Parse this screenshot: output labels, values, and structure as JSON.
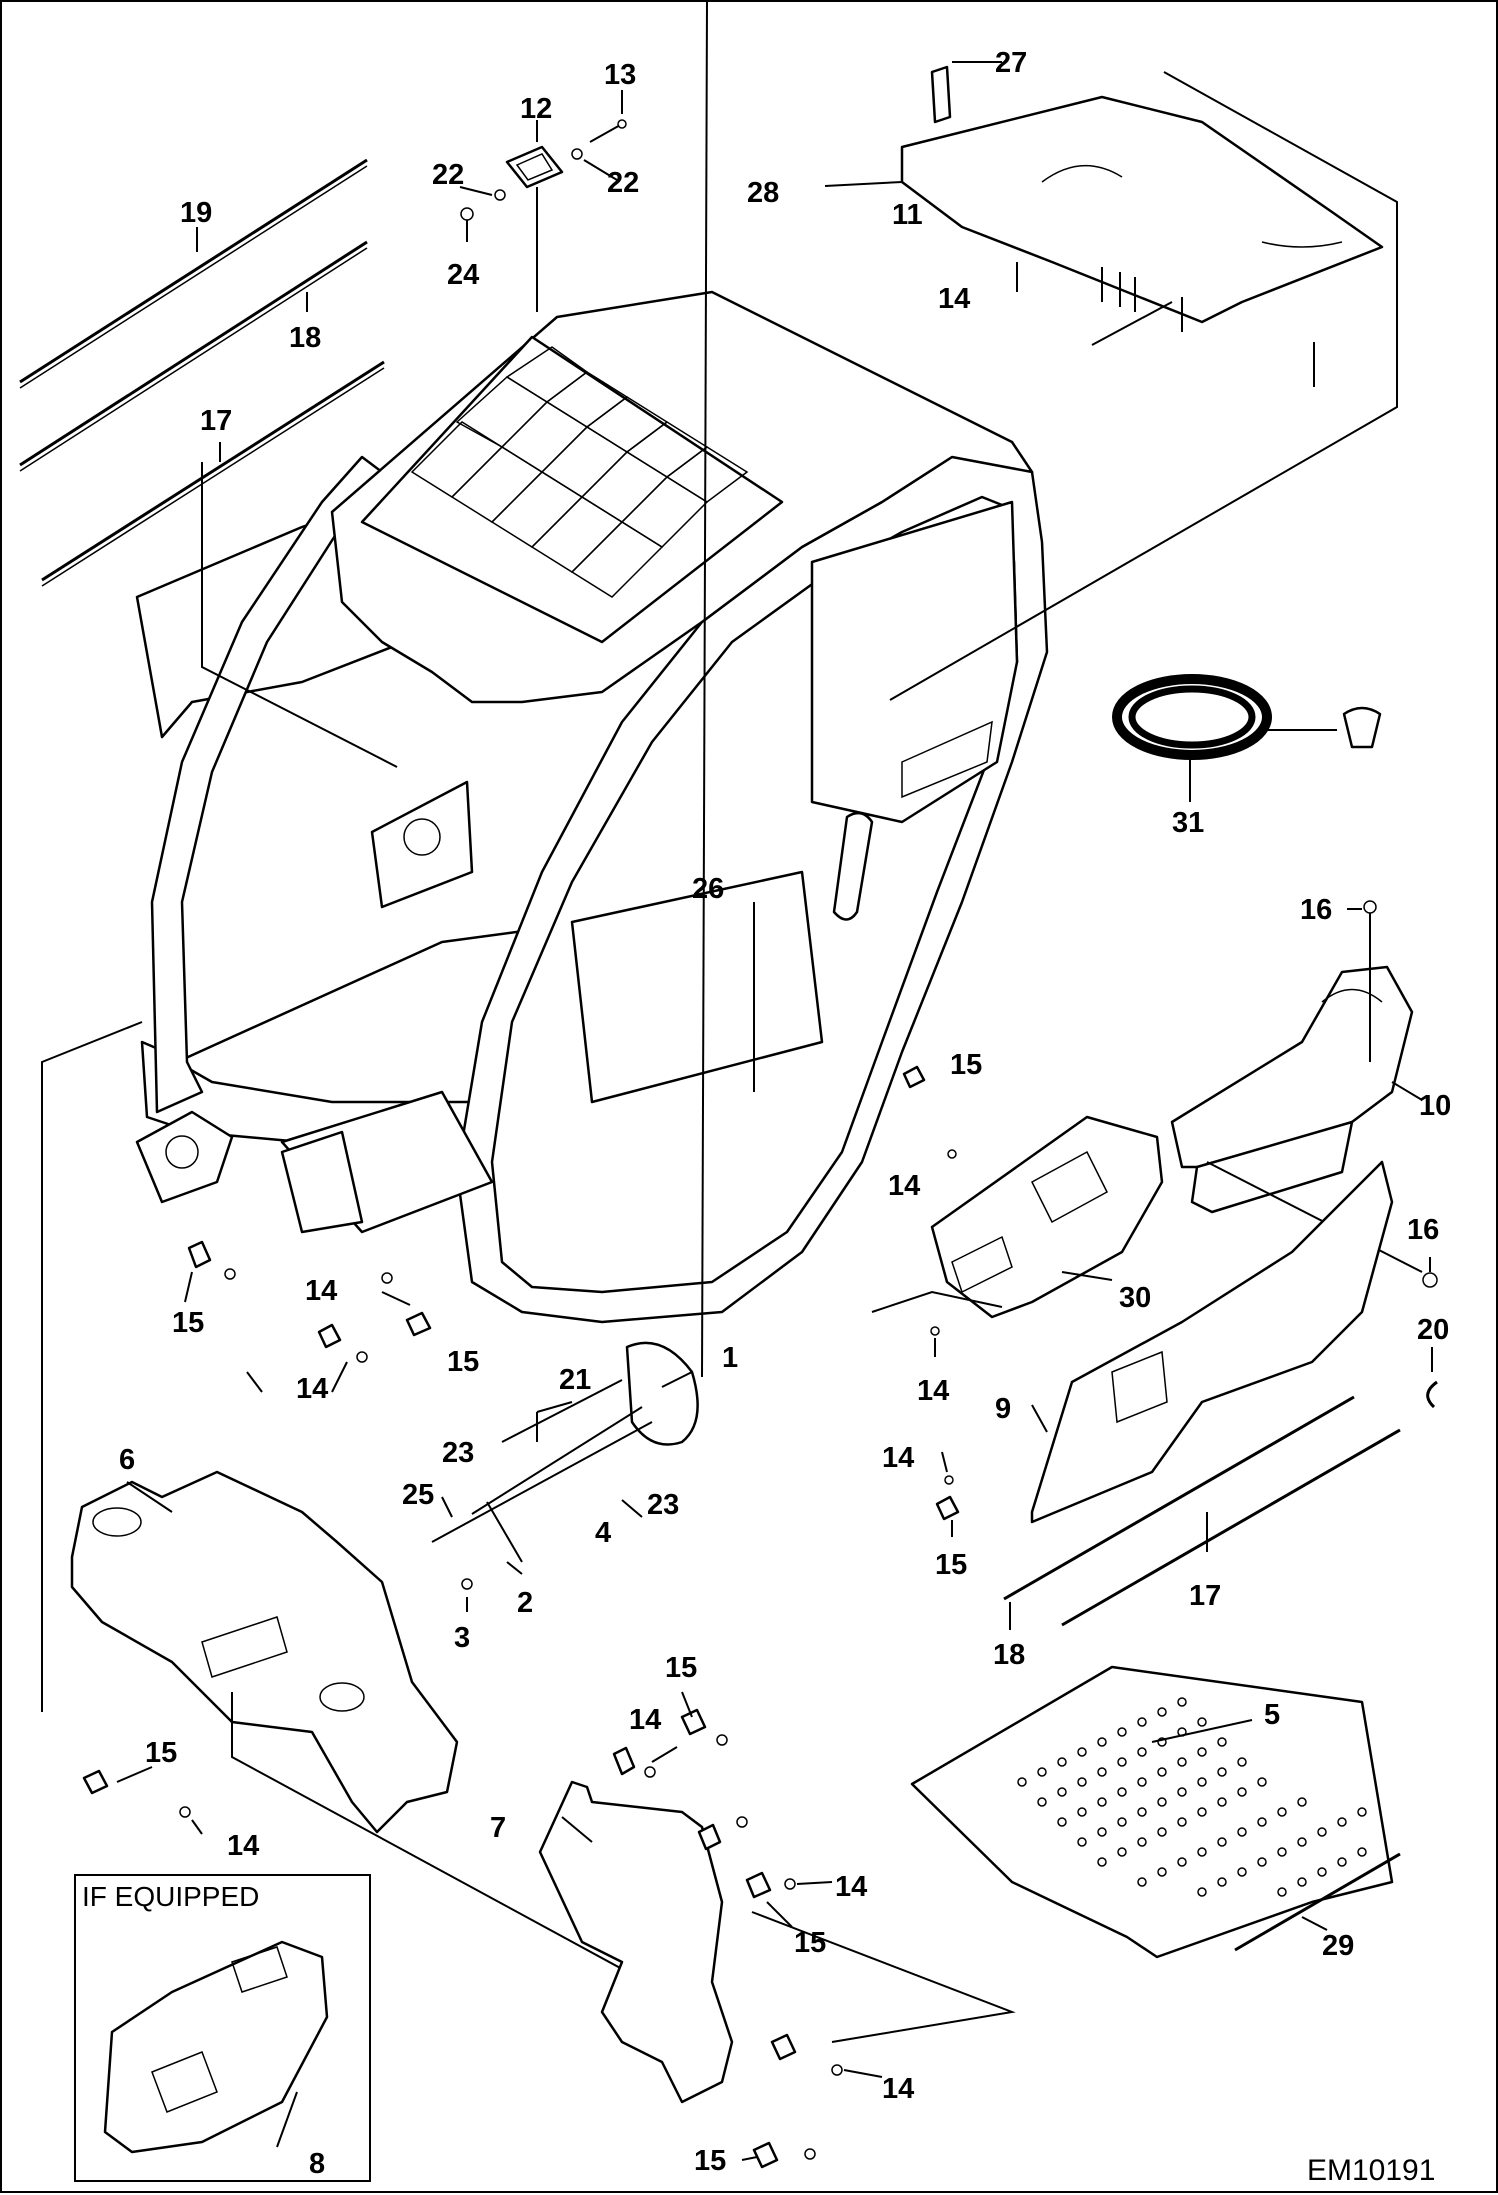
{
  "diagram": {
    "drawing_ref": "EM10191",
    "inset_label": "IF EQUIPPED",
    "callouts": [
      {
        "id": "c1",
        "text": "1"
      },
      {
        "id": "c2",
        "text": "2"
      },
      {
        "id": "c3",
        "text": "3"
      },
      {
        "id": "c4",
        "text": "4"
      },
      {
        "id": "c5",
        "text": "5"
      },
      {
        "id": "c6",
        "text": "6"
      },
      {
        "id": "c7",
        "text": "7"
      },
      {
        "id": "c8",
        "text": "8"
      },
      {
        "id": "c9",
        "text": "9"
      },
      {
        "id": "c10",
        "text": "10"
      },
      {
        "id": "c11",
        "text": "11"
      },
      {
        "id": "c12",
        "text": "12"
      },
      {
        "id": "c13",
        "text": "13"
      },
      {
        "id": "c14a",
        "text": "14"
      },
      {
        "id": "c14b",
        "text": "14"
      },
      {
        "id": "c14c",
        "text": "14"
      },
      {
        "id": "c14d",
        "text": "14"
      },
      {
        "id": "c14e",
        "text": "14"
      },
      {
        "id": "c14f",
        "text": "14"
      },
      {
        "id": "c14g",
        "text": "14"
      },
      {
        "id": "c14h",
        "text": "14"
      },
      {
        "id": "c14i",
        "text": "14"
      },
      {
        "id": "c14j",
        "text": "14"
      },
      {
        "id": "c15a",
        "text": "15"
      },
      {
        "id": "c15b",
        "text": "15"
      },
      {
        "id": "c15c",
        "text": "15"
      },
      {
        "id": "c15d",
        "text": "15"
      },
      {
        "id": "c15e",
        "text": "15"
      },
      {
        "id": "c15f",
        "text": "15"
      },
      {
        "id": "c15g",
        "text": "15"
      },
      {
        "id": "c15h",
        "text": "15"
      },
      {
        "id": "c16a",
        "text": "16"
      },
      {
        "id": "c16b",
        "text": "16"
      },
      {
        "id": "c17a",
        "text": "17"
      },
      {
        "id": "c17b",
        "text": "17"
      },
      {
        "id": "c18a",
        "text": "18"
      },
      {
        "id": "c18b",
        "text": "18"
      },
      {
        "id": "c19",
        "text": "19"
      },
      {
        "id": "c20",
        "text": "20"
      },
      {
        "id": "c21",
        "text": "21"
      },
      {
        "id": "c22a",
        "text": "22"
      },
      {
        "id": "c22b",
        "text": "22"
      },
      {
        "id": "c23a",
        "text": "23"
      },
      {
        "id": "c23b",
        "text": "23"
      },
      {
        "id": "c24",
        "text": "24"
      },
      {
        "id": "c25",
        "text": "25"
      },
      {
        "id": "c26",
        "text": "26"
      },
      {
        "id": "c27",
        "text": "27"
      },
      {
        "id": "c28",
        "text": "28"
      },
      {
        "id": "c29",
        "text": "29"
      },
      {
        "id": "c30",
        "text": "30"
      },
      {
        "id": "c31",
        "text": "31"
      }
    ]
  }
}
